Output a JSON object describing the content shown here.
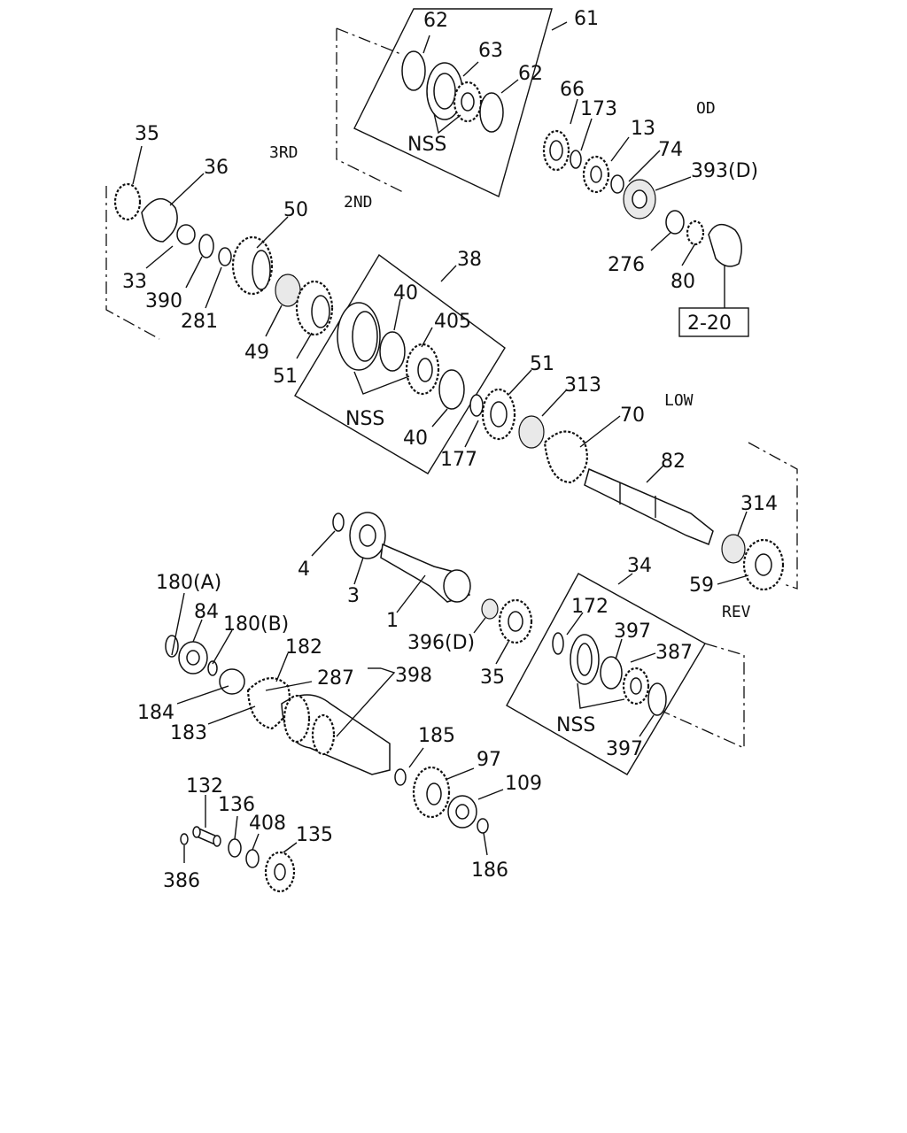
{
  "sections": {
    "od": "OD",
    "third": "3RD",
    "second": "2ND",
    "low": "LOW",
    "rev": "REV"
  },
  "ref_box": "2-20",
  "nss": "NSS",
  "labels": {
    "p61": "61",
    "p62a": "62",
    "p63": "63",
    "p62b": "62",
    "p66": "66",
    "p173": "173",
    "p13": "13",
    "p74": "74",
    "p393d": "393(D)",
    "p276": "276",
    "p80": "80",
    "p35a": "35",
    "p36": "36",
    "p50": "50",
    "p33": "33",
    "p390": "390",
    "p281": "281",
    "p49": "49",
    "p51a": "51",
    "p38": "38",
    "p40a": "40",
    "p405": "405",
    "p40b": "40",
    "p51b": "51",
    "p313": "313",
    "p177": "177",
    "p70": "70",
    "p82": "82",
    "p314": "314",
    "p59": "59",
    "p4": "4",
    "p3": "3",
    "p1": "1",
    "p396d": "396(D)",
    "p35b": "35",
    "p34": "34",
    "p172": "172",
    "p397a": "397",
    "p387": "387",
    "p397b": "397",
    "p180a": "180(A)",
    "p84": "84",
    "p180b": "180(B)",
    "p182": "182",
    "p287": "287",
    "p398": "398",
    "p184": "184",
    "p183": "183",
    "p185": "185",
    "p97": "97",
    "p109": "109",
    "p186": "186",
    "p132": "132",
    "p136": "136",
    "p408": "408",
    "p135": "135",
    "p386": "386"
  }
}
